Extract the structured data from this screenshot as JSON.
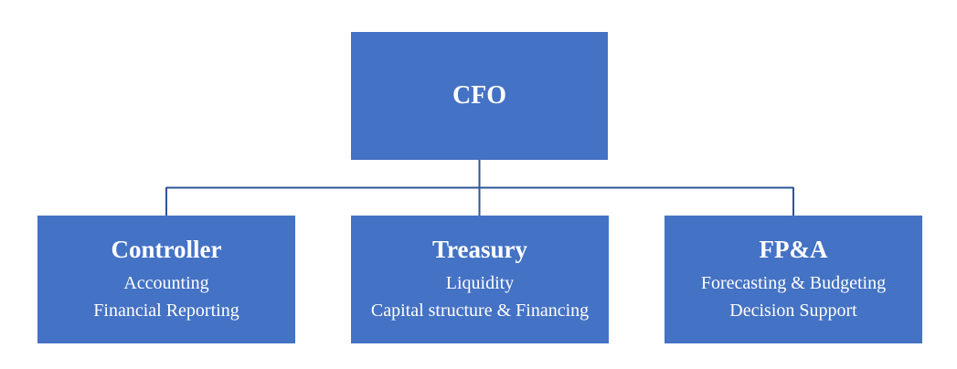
{
  "colors": {
    "box_fill": "#4472c4",
    "text": "#ffffff",
    "connector": "#2f5597"
  },
  "root": {
    "title": "CFO"
  },
  "children": [
    {
      "title": "Controller",
      "lines": [
        "Accounting",
        "Financial Reporting"
      ]
    },
    {
      "title": "Treasury",
      "lines": [
        "Liquidity",
        "Capital structure & Financing"
      ]
    },
    {
      "title": "FP&A",
      "lines": [
        "Forecasting & Budgeting",
        "Decision Support"
      ]
    }
  ]
}
